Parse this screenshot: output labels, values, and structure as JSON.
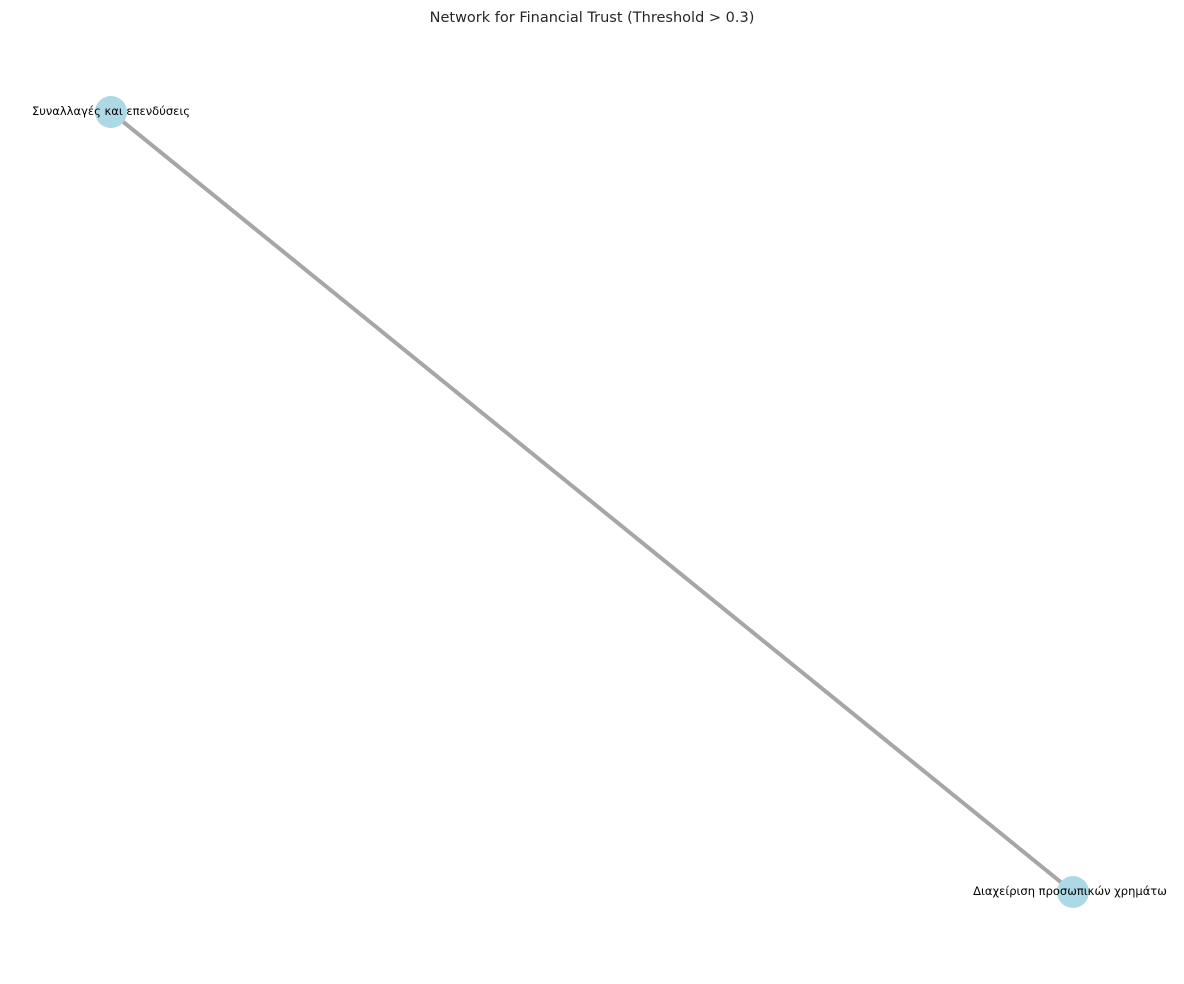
{
  "title": "Network for Financial Trust (Threshold > 0.3)",
  "style": {
    "node_color": "#add8e6",
    "edge_color": "#a6a6a6",
    "label_color": "#000000",
    "background": "#ffffff"
  },
  "nodes": [
    {
      "id": "n1",
      "label": "Συναλλαγές και επενδύσεις"
    },
    {
      "id": "n2",
      "label": "Διαχείριση προσωπικών χρημάτω"
    }
  ],
  "edges": [
    {
      "source": "n1",
      "target": "n2"
    }
  ]
}
